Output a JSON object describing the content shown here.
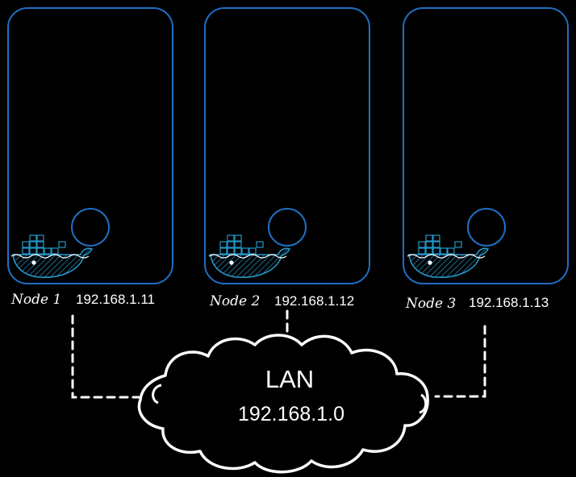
{
  "nodes": [
    {
      "name": "Node 1",
      "ip": "192.168.1.11",
      "icon": "docker-whale-icon"
    },
    {
      "name": "Node 2",
      "ip": "192.168.1.12",
      "icon": "docker-whale-icon"
    },
    {
      "name": "Node 3",
      "ip": "192.168.1.13",
      "icon": "docker-whale-icon"
    }
  ],
  "lan": {
    "title": "LAN",
    "subnet": "192.168.1.0"
  },
  "colors": {
    "background": "#000000",
    "node_border": "#1f6fc2",
    "docker_blue": "#2496c9",
    "lines": "#ffffff"
  }
}
